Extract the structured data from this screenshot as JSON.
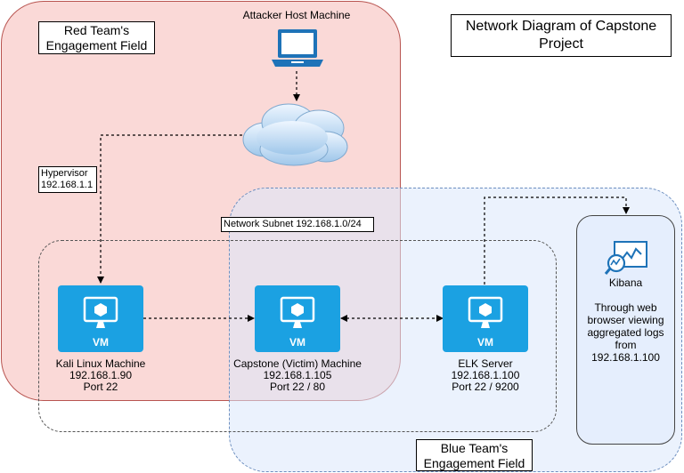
{
  "title": "Network Diagram of Capstone Project",
  "zones": {
    "red_team": "Red Team's Engagement Field",
    "blue_team": "Blue Team's Engagement Field"
  },
  "attacker": {
    "label": "Attacker Host Machine",
    "icon": "laptop-icon"
  },
  "internet": {
    "icon": "cloud-icon"
  },
  "hypervisor": {
    "name": "Hypervisor",
    "ip": "192.168.1.1"
  },
  "subnet": {
    "label": "Network Subnet 192.168.1.0/24"
  },
  "vms": [
    {
      "badge": "VM",
      "name": "Kali Linux Machine",
      "ip": "192.168.1.90",
      "ports": "Port 22"
    },
    {
      "badge": "VM",
      "name": "Capstone (Victim) Machine",
      "ip": "192.168.1.105",
      "ports": "Port 22 / 80"
    },
    {
      "badge": "VM",
      "name": "ELK Server",
      "ip": "192.168.1.100",
      "ports": "Port 22 / 9200"
    }
  ],
  "kibana": {
    "label": "Kibana",
    "note": "Through web browser viewing aggregated logs from 192.168.1.100",
    "icon": "kibana-dashboard-icon"
  },
  "colors": {
    "red_zone_fill": "#f8cecc",
    "red_zone_border": "#b85450",
    "blue_zone_fill": "#dae8fc",
    "blue_zone_border": "#6c8ebf",
    "vm_blue": "#1ba1e2",
    "laptop_blue": "#1e73b8"
  }
}
